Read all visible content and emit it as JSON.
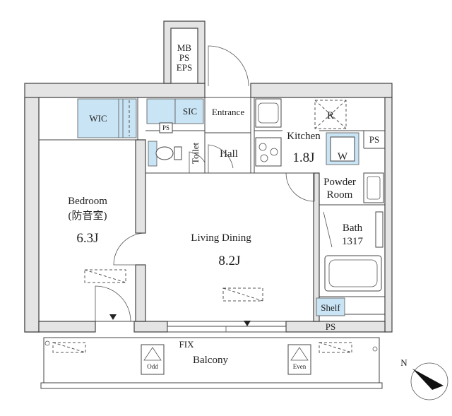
{
  "rooms": {
    "mb_ps_eps": [
      "MB",
      "PS",
      "EPS"
    ],
    "wic": "WIC",
    "sic": "SIC",
    "ps_entrance": "PS",
    "entrance": "Entrance",
    "kitchen": "Kitchen",
    "kitchen_size": "1.8J",
    "fridge": "R",
    "washer": "W",
    "ps_washer": "PS",
    "hall": "Hall",
    "toilet": "Toilet",
    "bedroom": "Bedroom",
    "bedroom_jp": "(防音室)",
    "bedroom_size": "6.3J",
    "living_dining": "Living Dining",
    "living_size": "8.2J",
    "powder_room": [
      "Powder",
      "Room"
    ],
    "bath": "Bath",
    "bath_size": "1317",
    "shelf": "Shelf",
    "ps_shelf": "PS",
    "fix": "FIX",
    "balcony": "Balcony",
    "odd": "Odd",
    "even": "Even",
    "north": "N"
  },
  "colors": {
    "wall_fill": "#e4e4e4",
    "storage_blue": "#c9e4f4",
    "line": "#444444"
  }
}
